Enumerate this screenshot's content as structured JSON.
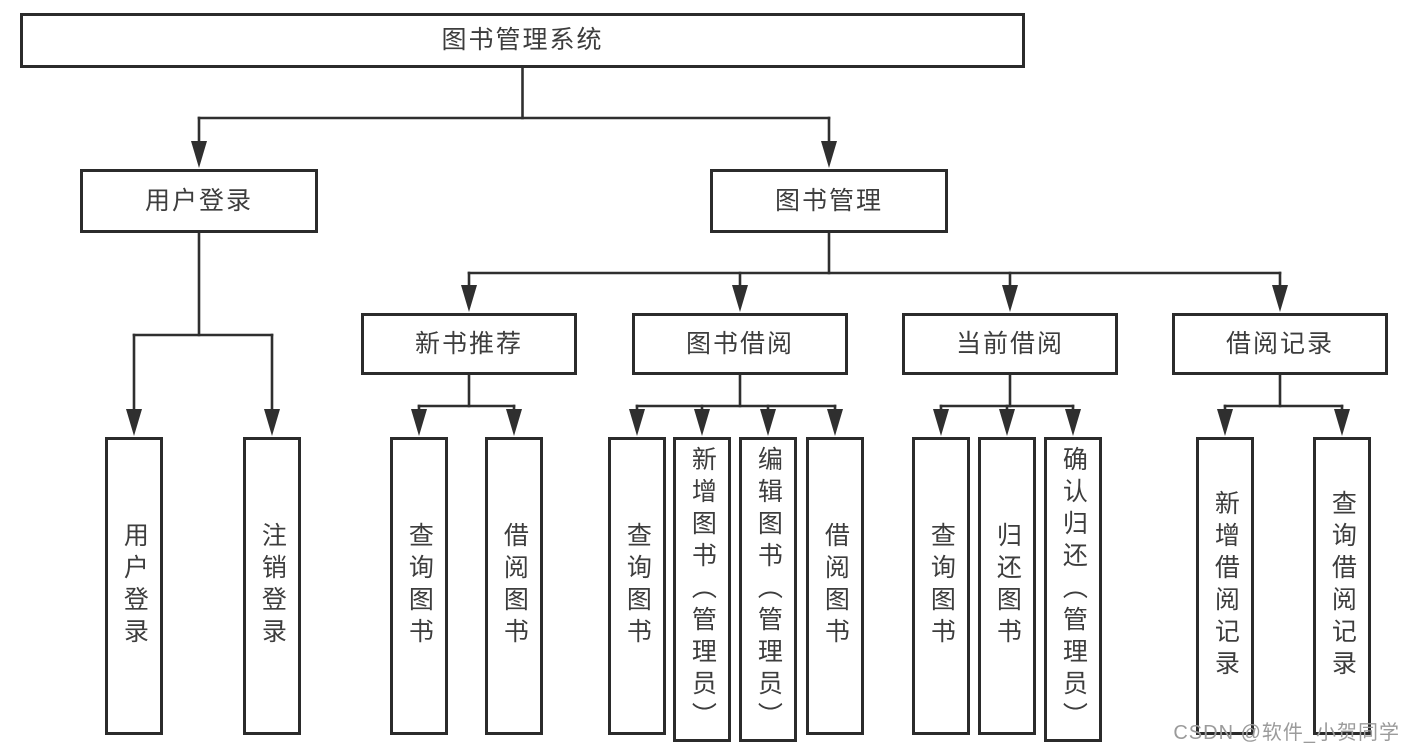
{
  "diagram": {
    "title": "图书管理系统",
    "watermark": "CSDN @软件_小贺同学",
    "colors": {
      "line": "#2f2f2f",
      "border": "#2b2b2b",
      "text": "#3d3d3d",
      "background": "#ffffff",
      "watermark": "#9b9b9b"
    },
    "nodes": [
      {
        "id": "root",
        "label": "图书管理系统",
        "parent": null
      },
      {
        "id": "user-login",
        "label": "用户登录",
        "parent": "root"
      },
      {
        "id": "book-mgmt",
        "label": "图书管理",
        "parent": "root"
      },
      {
        "id": "user-login-op",
        "label": "用户登录",
        "parent": "user-login"
      },
      {
        "id": "logout-op",
        "label": "注销登录",
        "parent": "user-login"
      },
      {
        "id": "new-book-rec",
        "label": "新书推荐",
        "parent": "book-mgmt"
      },
      {
        "id": "book-borrow",
        "label": "图书借阅",
        "parent": "book-mgmt"
      },
      {
        "id": "current-borrow",
        "label": "当前借阅",
        "parent": "book-mgmt"
      },
      {
        "id": "borrow-record",
        "label": "借阅记录",
        "parent": "book-mgmt"
      },
      {
        "id": "rec-query-book",
        "label": "查询图书",
        "parent": "new-book-rec"
      },
      {
        "id": "rec-borrow-book",
        "label": "借阅图书",
        "parent": "new-book-rec"
      },
      {
        "id": "bb-query-book",
        "label": "查询图书",
        "parent": "book-borrow"
      },
      {
        "id": "bb-add-book",
        "label": "新增图书（管理员）",
        "parent": "book-borrow"
      },
      {
        "id": "bb-edit-book",
        "label": "编辑图书（管理员）",
        "parent": "book-borrow"
      },
      {
        "id": "bb-borrow-book",
        "label": "借阅图书",
        "parent": "book-borrow"
      },
      {
        "id": "cb-query-book",
        "label": "查询图书",
        "parent": "current-borrow"
      },
      {
        "id": "cb-return-book",
        "label": "归还图书",
        "parent": "current-borrow"
      },
      {
        "id": "cb-confirm-return",
        "label": "确认归还（管理员）",
        "parent": "current-borrow"
      },
      {
        "id": "br-add-record",
        "label": "新增借阅记录",
        "parent": "borrow-record"
      },
      {
        "id": "br-query-record",
        "label": "查询借阅记录",
        "parent": "borrow-record"
      }
    ]
  }
}
